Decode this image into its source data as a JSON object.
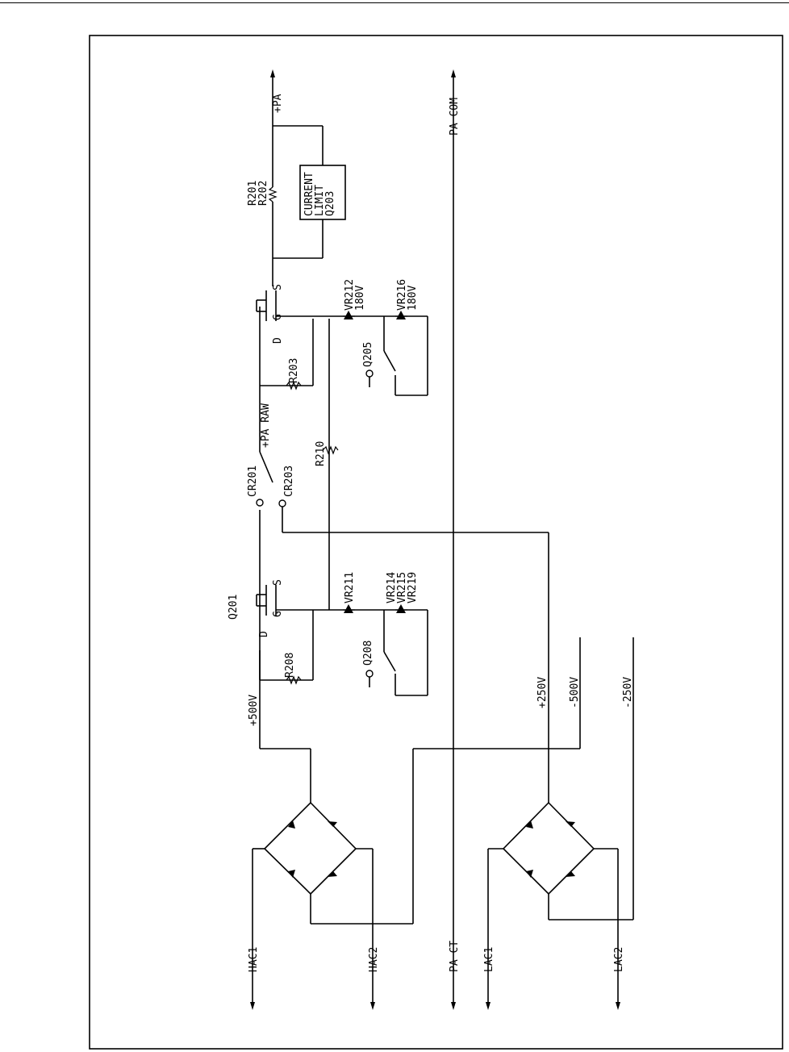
{
  "diagram": {
    "supply_terminals": [
      "HAC1",
      "HAC2",
      "PA CT",
      "LAC1",
      "LAC2"
    ],
    "output_terminals": [
      "+PA",
      "PA COM"
    ],
    "rail_labels": [
      "+500V",
      "+250V",
      "-500V",
      "-250V"
    ],
    "node_labels": {
      "pa_raw": "+PA RAW"
    },
    "components": {
      "resistor_r201_r202": "R201\nR202",
      "current_limit": "CURRENT\nLIMIT\nQ203",
      "zener_vr212": "VR212\n180V",
      "zener_vr216": "VR216\n180V",
      "zener_vr211": "VR211",
      "zener_vr214_group": "VR214\nVR215\nVR219",
      "resistor_r203": "R203",
      "resistor_r208": "R208",
      "resistor_r210": "R210",
      "switch_q205": "Q205",
      "switch_q208": "Q208",
      "fet_q201": "Q201",
      "diode_cr201": "CR201",
      "diode_cr203": "CR203"
    },
    "pin_letters": {
      "drain": "D",
      "gate": "G",
      "source": "S"
    }
  }
}
